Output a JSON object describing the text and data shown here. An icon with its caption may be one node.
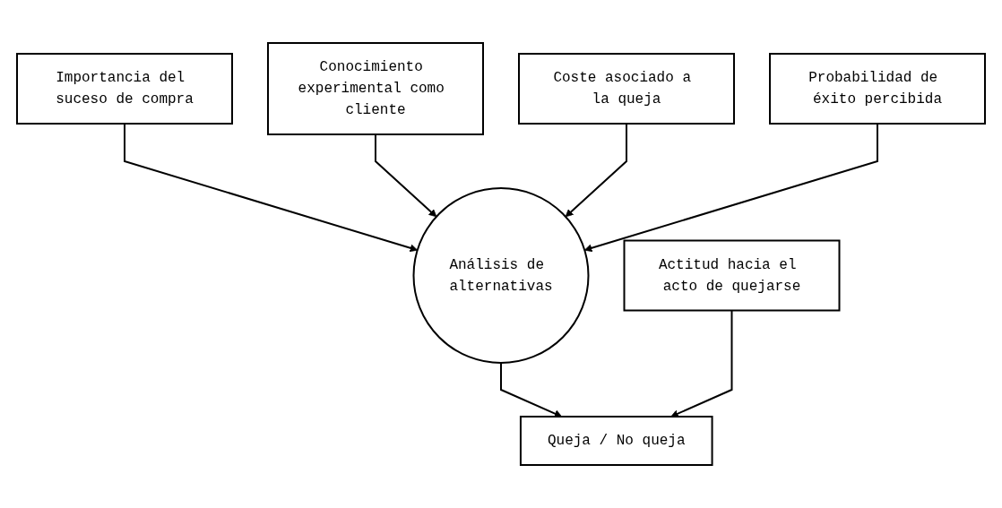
{
  "diagram": {
    "nodes": [
      {
        "text": [
          "Importancia del suceso de compra"
        ]
      },
      {
        "text": [
          "Conocimiento experimental como cliente"
        ]
      },
      {
        "text": [
          "Coste asociado a la queja"
        ]
      },
      {
        "text": [
          "Probabilidad de éxito percibida"
        ]
      },
      {
        "text": [
          "Análisis de alternativas"
        ]
      },
      {
        "text": [
          "Actitud hacia el acto de quejarse"
        ]
      },
      {
        "text": [
          "Queja / No queja"
        ]
      }
    ],
    "edges": [
      {
        "from": 0,
        "to": 4,
        "arrow": "to"
      },
      {
        "from": 1,
        "to": 4,
        "arrow": "to"
      },
      {
        "from": 2,
        "to": 4,
        "arrow": "to"
      },
      {
        "from": 3,
        "to": 4,
        "arrow": "to"
      },
      {
        "from": 4,
        "to": 6,
        "arrow": "to"
      },
      {
        "from": 5,
        "to": 6,
        "arrow": "to"
      }
    ]
  }
}
